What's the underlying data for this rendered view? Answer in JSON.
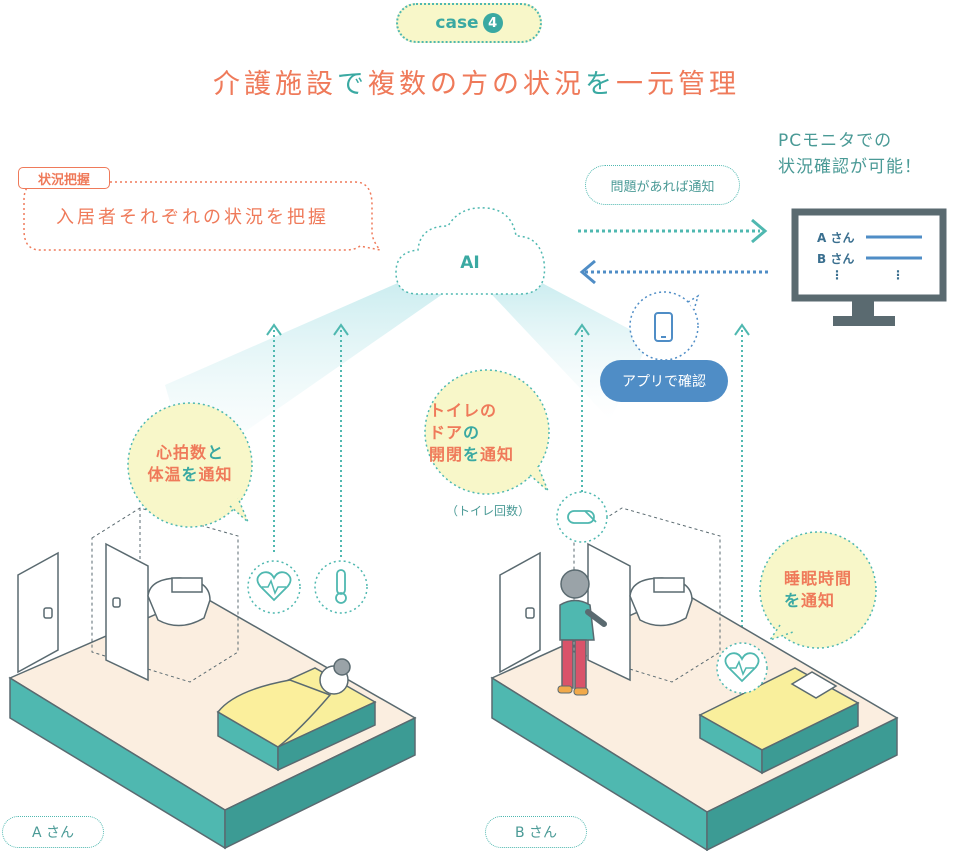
{
  "case_label": {
    "word": "case",
    "number": "4"
  },
  "title": {
    "p1": "介護施設",
    "p2": "で",
    "p3": "複数の方の状況",
    "p4": "を",
    "p5": "一元管理"
  },
  "status_tag": "状況把握",
  "status_text": "入居者それぞれの状況を把握",
  "notify_label": "問題があれば通知",
  "pc_text": {
    "line1": "PCモニタでの",
    "line2": "状況確認が可能！"
  },
  "cloud_label": "AI",
  "app_button": "アプリで確認",
  "bubble_a": {
    "l1": "心拍数",
    "l1b": "と",
    "l2": "体温",
    "l2b": "を",
    "l2c": "通知"
  },
  "bubble_toilet": {
    "l1": "トイレの",
    "l2a": "ドア",
    "l2b": "の",
    "l3a": "開閉",
    "l3b": "を",
    "l3c": "通知"
  },
  "toilet_sub": "（トイレ回数）",
  "bubble_sleep": {
    "l1": "睡眠時間",
    "l2a": "を",
    "l2b": "通知"
  },
  "monitor": {
    "row1": "A さん",
    "row2": "B さん",
    "dots": "⋮"
  },
  "room_a": "A さん",
  "room_b": "B さん",
  "colors": {
    "teal": "#3aa9a2",
    "coral": "#ef7a5a",
    "yellow": "#f8f7c9",
    "blue": "#4f8dc6",
    "floor": "#fbeee0"
  }
}
